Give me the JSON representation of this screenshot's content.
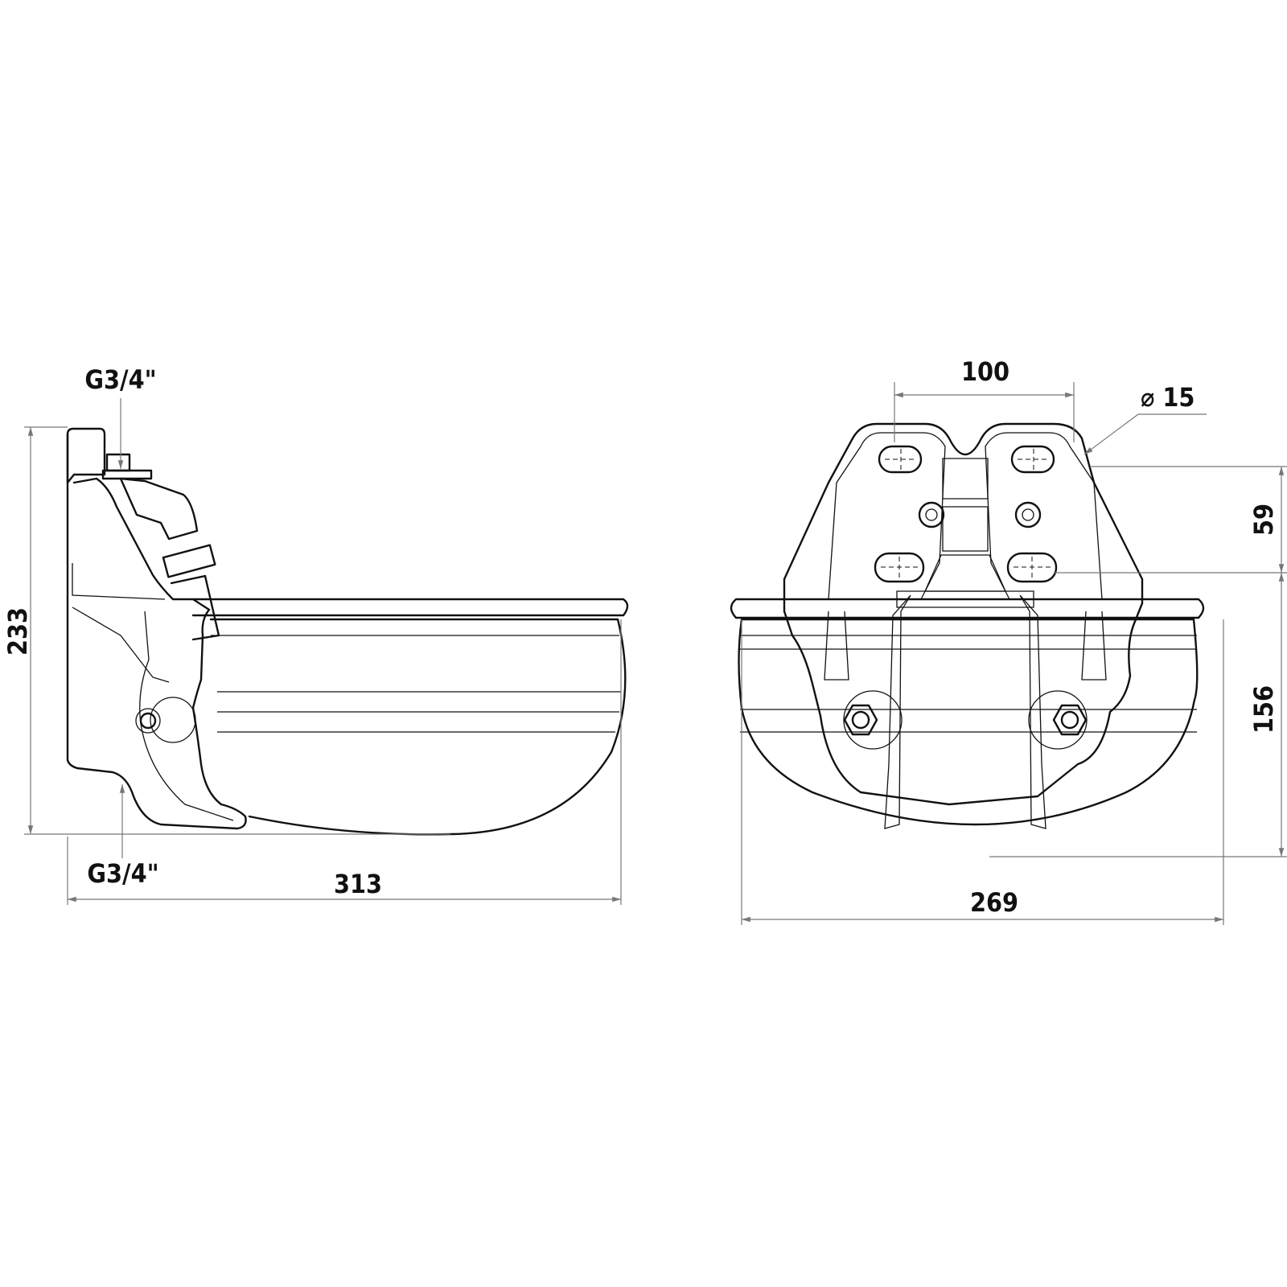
{
  "side_view": {
    "thread_top_label": "G3/4\"",
    "thread_bottom_label": "G3/4\"",
    "height_label": "233",
    "length_label": "313"
  },
  "front_view": {
    "hole_spacing_label": "100",
    "hole_diameter_label": "⌀ 15",
    "hole_vertical_spacing_label": "59",
    "lower_height_label": "156",
    "width_label": "269"
  }
}
